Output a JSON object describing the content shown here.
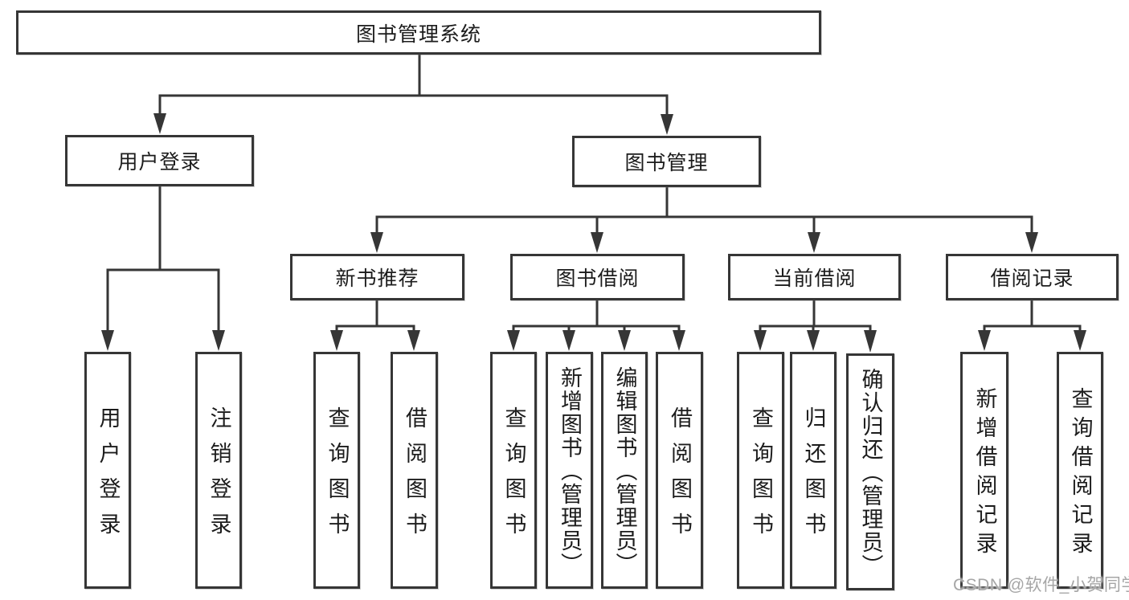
{
  "colors": {
    "line": "#363636",
    "box_border": "#363636",
    "box_background": "#ffffff",
    "text": "#1c1c1c",
    "watermark_text": "#a6a6a6",
    "page_background": "#ffffff"
  },
  "tree": {
    "label": "图书管理系统",
    "children": [
      {
        "label": "用户登录",
        "children": [
          {
            "label": "用户登录"
          },
          {
            "label": "注销登录"
          }
        ]
      },
      {
        "label": "图书管理",
        "children": [
          {
            "label": "新书推荐",
            "children": [
              {
                "label": "查询图书"
              },
              {
                "label": "借阅图书"
              }
            ]
          },
          {
            "label": "图书借阅",
            "children": [
              {
                "label": "查询图书"
              },
              {
                "label": "新增图书（管理员）"
              },
              {
                "label": "编辑图书（管理员）"
              },
              {
                "label": "借阅图书"
              }
            ]
          },
          {
            "label": "当前借阅",
            "children": [
              {
                "label": "查询图书"
              },
              {
                "label": "归还图书"
              },
              {
                "label": "确认归还（管理员）"
              }
            ]
          },
          {
            "label": "借阅记录",
            "children": [
              {
                "label": "新增借阅记录"
              },
              {
                "label": "查询借阅记录"
              }
            ]
          }
        ]
      }
    ]
  },
  "watermark": {
    "text": "CSDN @软件_小贺同学"
  }
}
